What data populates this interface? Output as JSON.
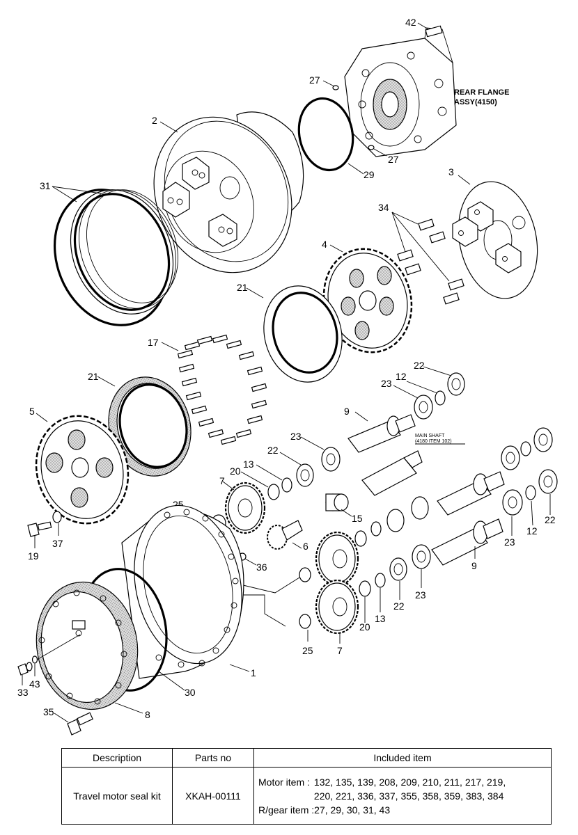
{
  "callouts": {
    "p42": "42",
    "p27a": "27",
    "p27b": "27",
    "p2": "2",
    "p29": "29",
    "p31": "31",
    "p3": "3",
    "p34": "34",
    "p4": "4",
    "p21a": "21",
    "p17": "17",
    "p22a": "22",
    "p12a": "12",
    "p23a": "23",
    "p21b": "21",
    "p9a": "9",
    "p5": "5",
    "p23b": "23",
    "p22b": "22",
    "p13a": "13",
    "p20a": "20",
    "p7a": "7",
    "p25a": "25",
    "p15": "15",
    "p19": "19",
    "p37": "37",
    "p6": "6",
    "p36": "36",
    "p22c": "22",
    "p12b": "12",
    "p23c": "23",
    "p9b": "9",
    "p23d": "23",
    "p22d": "22",
    "p13b": "13",
    "p20b": "20",
    "p7b": "7",
    "p25b": "25",
    "p1": "1",
    "p33": "33",
    "p43": "43",
    "p30": "30",
    "p8": "8",
    "p35": "35"
  },
  "notes": {
    "rear_flange_line1": "REAR FLANGE",
    "rear_flange_line2": "ASSY(4150)",
    "main_shaft_line1": "MAIN SHAFT",
    "main_shaft_line2": "(4180 ITEM 102)"
  },
  "table": {
    "headers": {
      "description": "Description",
      "parts_no": "Parts no",
      "included": "Included item"
    },
    "row": {
      "description": "Travel motor seal kit",
      "parts_no": "XKAH-00111",
      "motor_label": "Motor item :",
      "motor_items_1": "132, 135, 139, 208, 209, 210, 211, 217, 219,",
      "motor_items_2": "220, 221, 336, 337, 355, 358, 359, 383, 384",
      "rgear_label": "R/gear item :",
      "rgear_items": "27, 29, 30, 31, 43"
    }
  }
}
